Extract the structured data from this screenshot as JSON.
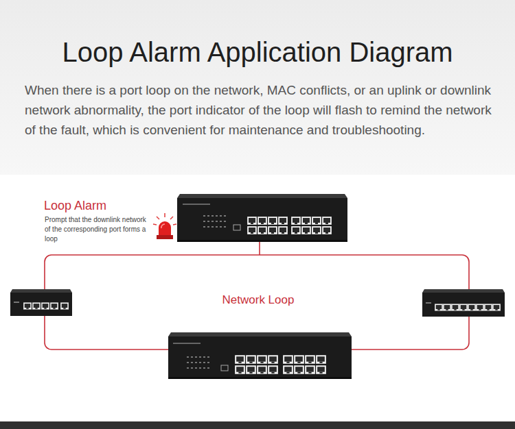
{
  "diagram": {
    "title": "Loop Alarm Application Diagram",
    "caption": "When there is a port loop on the network, MAC conflicts, or an uplink or downlink network abnormality, the port indicator of the loop will flash to remind the network of the fault, which is convenient for maintenance and troubleshooting.",
    "labels": [
      "Loop Alarm",
      "Prompt that the downlink network of the corresponding port forms a loop",
      "Network Loop"
    ]
  }
}
